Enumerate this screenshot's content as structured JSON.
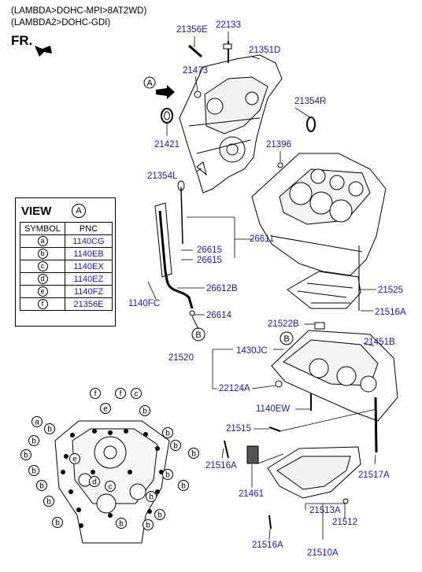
{
  "header": {
    "line1": "(LAMBDA>DOHC-MPI>8AT2WD)",
    "line2": "(LAMBDA2>DOHC-GDI)",
    "fr": "FR."
  },
  "callouts": {
    "view_a": "A",
    "view_b": "B"
  },
  "view_table": {
    "title": "VIEW",
    "view_letter": "A",
    "headers": [
      "SYMBOL",
      "PNC"
    ],
    "rows": [
      {
        "symbol": "a",
        "pnc": "1140CG"
      },
      {
        "symbol": "b",
        "pnc": "1140EB"
      },
      {
        "symbol": "c",
        "pnc": "1140EX"
      },
      {
        "symbol": "d",
        "pnc": "1140EZ"
      },
      {
        "symbol": "e",
        "pnc": "1140FZ"
      },
      {
        "symbol": "f",
        "pnc": "21356E"
      }
    ]
  },
  "part_labels": [
    {
      "id": "p21356E",
      "text": "21356E"
    },
    {
      "id": "p22133",
      "text": "22133"
    },
    {
      "id": "p21351D",
      "text": "21351D"
    },
    {
      "id": "p21473",
      "text": "21473"
    },
    {
      "id": "p21354R",
      "text": "21354R"
    },
    {
      "id": "p21421",
      "text": "21421"
    },
    {
      "id": "p21396",
      "text": "21396"
    },
    {
      "id": "p21354L",
      "text": "21354L"
    },
    {
      "id": "p26611",
      "text": "26611"
    },
    {
      "id": "p26615a",
      "text": "26615"
    },
    {
      "id": "p26615b",
      "text": "26615"
    },
    {
      "id": "p26612B",
      "text": "26612B"
    },
    {
      "id": "p1140FC",
      "text": "1140FC"
    },
    {
      "id": "p21525",
      "text": "21525"
    },
    {
      "id": "p21516A1",
      "text": "21516A"
    },
    {
      "id": "p26614",
      "text": "26614"
    },
    {
      "id": "p21522B",
      "text": "21522B"
    },
    {
      "id": "p21451B",
      "text": "21451B"
    },
    {
      "id": "p1430JC",
      "text": "1430JC"
    },
    {
      "id": "p21520",
      "text": "21520"
    },
    {
      "id": "p22124A",
      "text": "22124A"
    },
    {
      "id": "p1140EW",
      "text": "1140EW"
    },
    {
      "id": "p21515",
      "text": "21515"
    },
    {
      "id": "p21516A2",
      "text": "21516A"
    },
    {
      "id": "p21517A",
      "text": "21517A"
    },
    {
      "id": "p21461",
      "text": "21461"
    },
    {
      "id": "p21513A",
      "text": "21513A"
    },
    {
      "id": "p21512",
      "text": "21512"
    },
    {
      "id": "p21516A3",
      "text": "21516A"
    },
    {
      "id": "p21510A",
      "text": "21510A"
    }
  ],
  "detail_view": {
    "top_letters": [
      "f",
      "e",
      "f",
      "c"
    ],
    "left_letters": [
      "a",
      "b",
      "b",
      "b",
      "b",
      "b",
      "b",
      "b"
    ],
    "right_letters": [
      "b",
      "b",
      "b",
      "b",
      "b",
      "b",
      "b",
      "b"
    ],
    "inner_letters": [
      "e",
      "d",
      "c",
      "b",
      "b"
    ]
  }
}
